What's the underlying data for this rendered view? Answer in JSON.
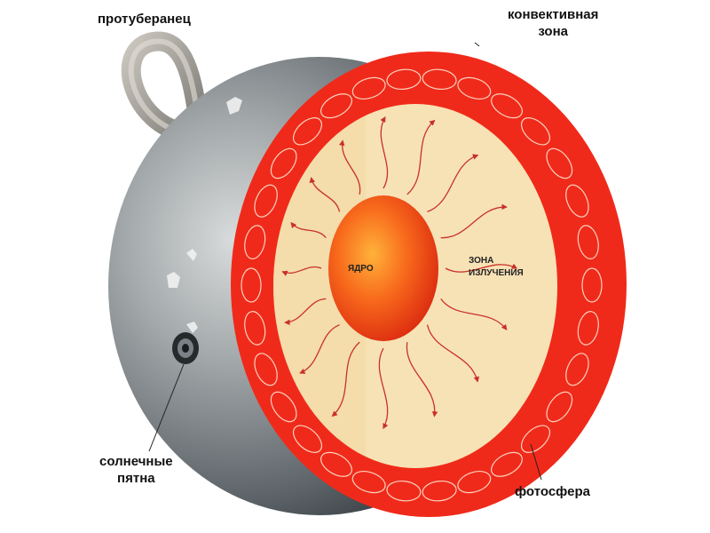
{
  "labels": {
    "prominence": "протуберанец",
    "convective_zone_line1": "конвективная",
    "convective_zone_line2": "зона",
    "core": "ЯДРО",
    "radiative_zone_line1": "ЗОНА",
    "radiative_zone_line2": "ИЗЛУЧЕНИЯ",
    "sunspots_line1": "солнечные",
    "sunspots_line2": "пятна",
    "photosphere": "фотосфера"
  },
  "colors": {
    "convective_zone": "#f02a1a",
    "radiative_zone": "#f7e2b5",
    "core": "#ee3a12",
    "surface": "#6f767b",
    "arrows": "#c9302a"
  }
}
